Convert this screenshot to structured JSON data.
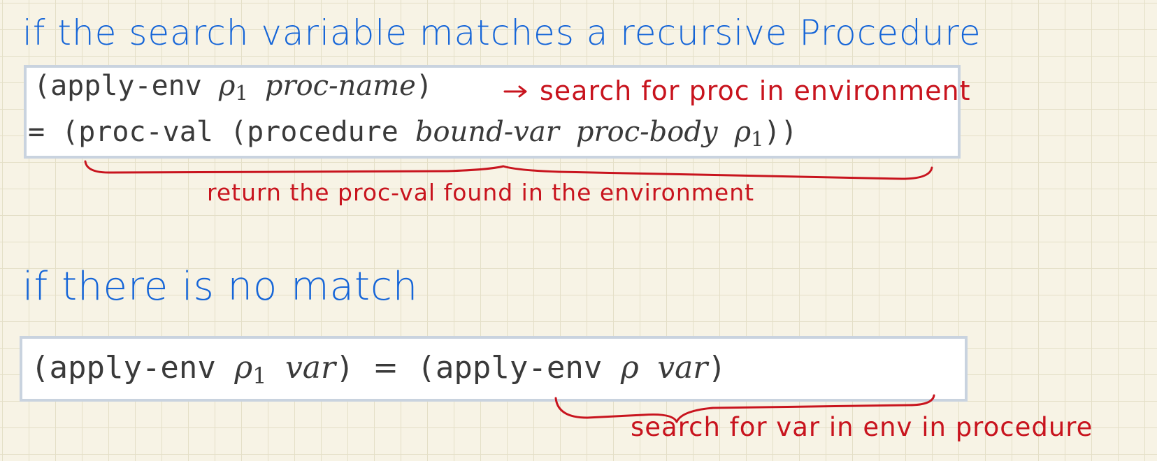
{
  "headings": {
    "recursive_match": "if the search variable matches a recursive Procedure",
    "no_match": "if there is no match"
  },
  "box1": {
    "line1": {
      "open": "(apply-env",
      "rho": "ρ",
      "sub": "1",
      "arg": "proc-name",
      "close": ")"
    },
    "line2": {
      "eq": "=",
      "open": "(proc-val (procedure",
      "var": "bound-var",
      "body": "proc-body",
      "rho": "ρ",
      "sub": "1",
      "close": "))"
    }
  },
  "box2": {
    "left_open": "(apply-env",
    "left_rho": "ρ",
    "left_sub": "1",
    "left_arg": "var",
    "left_close": ")",
    "eq": "=",
    "right_open": "(apply-env",
    "right_rho": "ρ",
    "right_arg": "var",
    "right_close": ")"
  },
  "annotations": {
    "search_proc": "search for proc in environment",
    "return_procval": "return the proc-val found in the environment",
    "search_var": "search for var in env in procedure"
  },
  "colors": {
    "heading": "#1565d8",
    "annotation": "#c8141e",
    "box_border": "#c9d3df",
    "grid": "#e4dfc7",
    "paper": "#f7f3e5"
  }
}
